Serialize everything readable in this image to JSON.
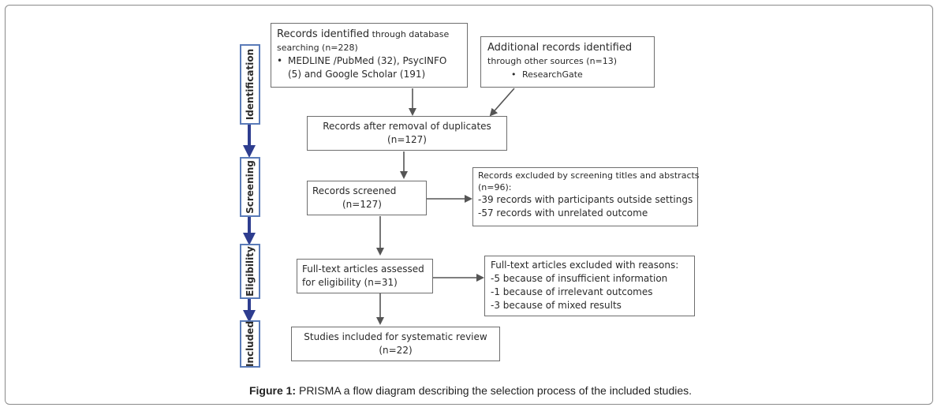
{
  "stages": {
    "identification": "Identification",
    "screening": "Screening",
    "eligibility": "Eligibility",
    "included": "Included"
  },
  "boxes": {
    "db_search": {
      "line1_large": "Records identified",
      "line1_small": " through database",
      "line2": "searching (n=228)",
      "bullet_line1": "MEDLINE /PubMed (32), PsycINFO",
      "bullet_line2": "(5) and Google Scholar (191)"
    },
    "other_sources": {
      "line1": "Additional records identified",
      "line2": "through other sources (n=13)",
      "bullet": "ResearchGate"
    },
    "duplicates": {
      "line1": "Records after removal of duplicates",
      "line2": "(n=127)"
    },
    "screened": {
      "line1": "Records screened",
      "line2": "(n=127)"
    },
    "excluded_screening": {
      "line1": "Records excluded by screening titles and abstracts",
      "line2": "(n=96):",
      "line3": "-39 records with participants outside settings",
      "line4": "-57 records with unrelated outcome"
    },
    "fulltext": {
      "line1": "Full-text articles assessed",
      "line2": "for eligibility  (n=31)"
    },
    "excluded_fulltext": {
      "line1": "Full-text articles excluded with reasons:",
      "line2": "-5 because of insufficient information",
      "line3": "-1 because of irrelevant outcomes",
      "line4": "-3 because of mixed results"
    },
    "included": {
      "line1": "Studies included for systematic review",
      "line2": "(n=22)"
    }
  },
  "caption": {
    "label": "Figure 1:",
    "text": " PRISMA a flow diagram describing the selection process of the included studies."
  }
}
